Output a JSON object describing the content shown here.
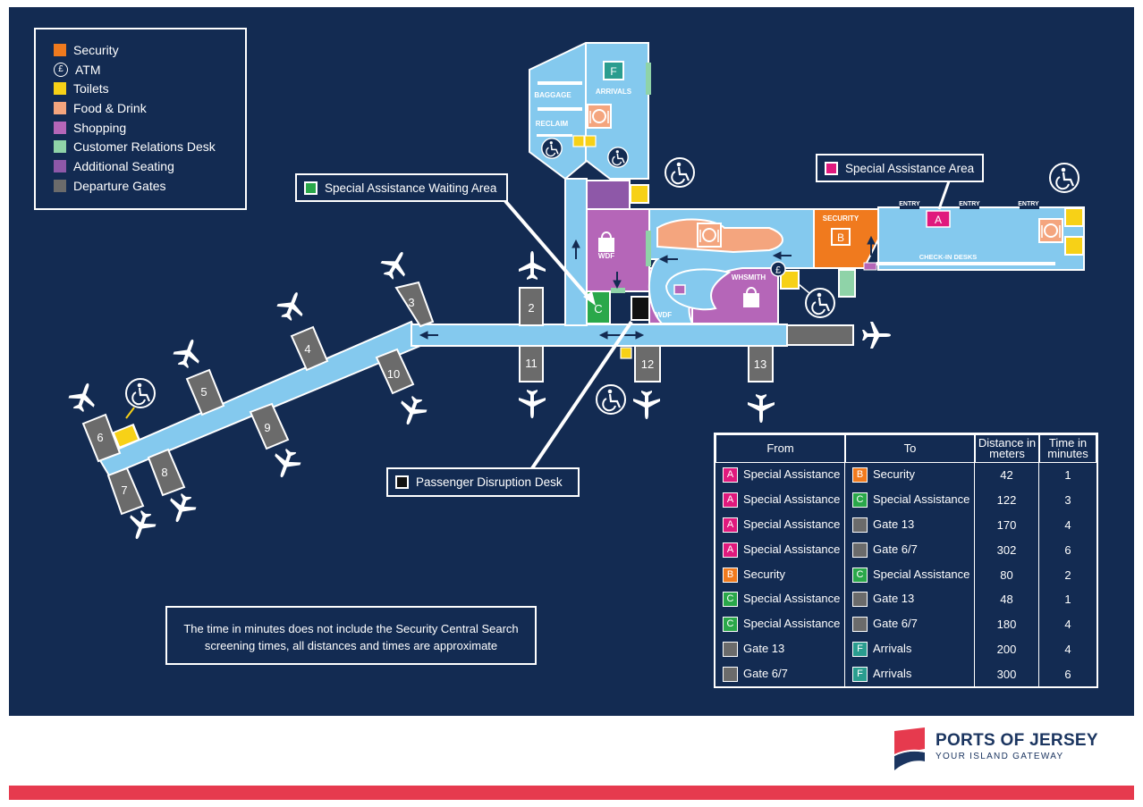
{
  "legend": [
    {
      "label": "Security",
      "color": "#f07a1e",
      "icon": "square"
    },
    {
      "label": "ATM",
      "color": "#132b52",
      "icon": "pound-circle-icon"
    },
    {
      "label": "Toilets",
      "color": "#f7d117",
      "icon": "square"
    },
    {
      "label": "Food & Drink",
      "color": "#f4a57e",
      "icon": "square"
    },
    {
      "label": "Shopping",
      "color": "#b566b8",
      "icon": "square"
    },
    {
      "label": "Customer Relations Desk",
      "color": "#8fd3a8",
      "icon": "square"
    },
    {
      "label": "Additional Seating",
      "color": "#8e58a8",
      "icon": "square"
    },
    {
      "label": "Departure Gates",
      "color": "#6b6b6b",
      "icon": "square"
    }
  ],
  "atm_symbol": "£",
  "callouts": {
    "waiting_area": "Special Assistance Waiting Area",
    "assistance_area": "Special Assistance Area",
    "disruption_desk": "Passenger Disruption Desk"
  },
  "map_labels": {
    "baggage": "BAGGAGE",
    "reclaim": "RECLAIM",
    "arrivals": "ARRIVALS",
    "security": "SECURITY",
    "check_in": "CHECK-IN DESKS",
    "entry": "ENTRY",
    "wdf": "WDF",
    "whsmith": "WHSMITH"
  },
  "zone_letters": {
    "a": "A",
    "b": "B",
    "c": "C",
    "f": "F"
  },
  "gates": [
    "2",
    "3",
    "4",
    "5",
    "6",
    "7",
    "8",
    "9",
    "10",
    "11",
    "12",
    "13"
  ],
  "note": {
    "line1": "The time in minutes does not include the Security Central Search",
    "line2": "screening times, all distances and times are approximate"
  },
  "table": {
    "headers": {
      "from": "From",
      "to": "To",
      "distance": [
        "Distance in",
        "meters"
      ],
      "time": [
        "Time in",
        "minutes"
      ]
    },
    "rows": [
      {
        "from_code": "A",
        "from": "Special Assistance",
        "to_code": "B",
        "to": "Security",
        "distance": "42",
        "time": "1"
      },
      {
        "from_code": "A",
        "from": "Special Assistance",
        "to_code": "C",
        "to": "Special Assistance",
        "distance": "122",
        "time": "3"
      },
      {
        "from_code": "A",
        "from": "Special Assistance",
        "to_code": "",
        "to": "Gate 13",
        "distance": "170",
        "time": "4"
      },
      {
        "from_code": "A",
        "from": "Special Assistance",
        "to_code": "",
        "to": "Gate 6/7",
        "distance": "302",
        "time": "6"
      },
      {
        "from_code": "B",
        "from": "Security",
        "to_code": "C",
        "to": "Special Assistance",
        "distance": "80",
        "time": "2"
      },
      {
        "from_code": "C",
        "from": "Special Assistance",
        "to_code": "",
        "to": "Gate 13",
        "distance": "48",
        "time": "1"
      },
      {
        "from_code": "C",
        "from": "Special Assistance",
        "to_code": "",
        "to": "Gate 6/7",
        "distance": "180",
        "time": "4"
      },
      {
        "from_code": "",
        "from": "Gate 13",
        "to_code": "F",
        "to": "Arrivals",
        "distance": "200",
        "time": "4"
      },
      {
        "from_code": "",
        "from": "Gate 6/7",
        "to_code": "F",
        "to": "Arrivals",
        "distance": "300",
        "time": "6"
      }
    ]
  },
  "code_colors": {
    "A": "#e0197d",
    "B": "#f07a1e",
    "C": "#2aa84a",
    "F": "#2a9d8f",
    "": "#6b6b6b"
  },
  "brand": {
    "name": "PORTS OF JERSEY",
    "tagline": "YOUR ISLAND GATEWAY"
  }
}
